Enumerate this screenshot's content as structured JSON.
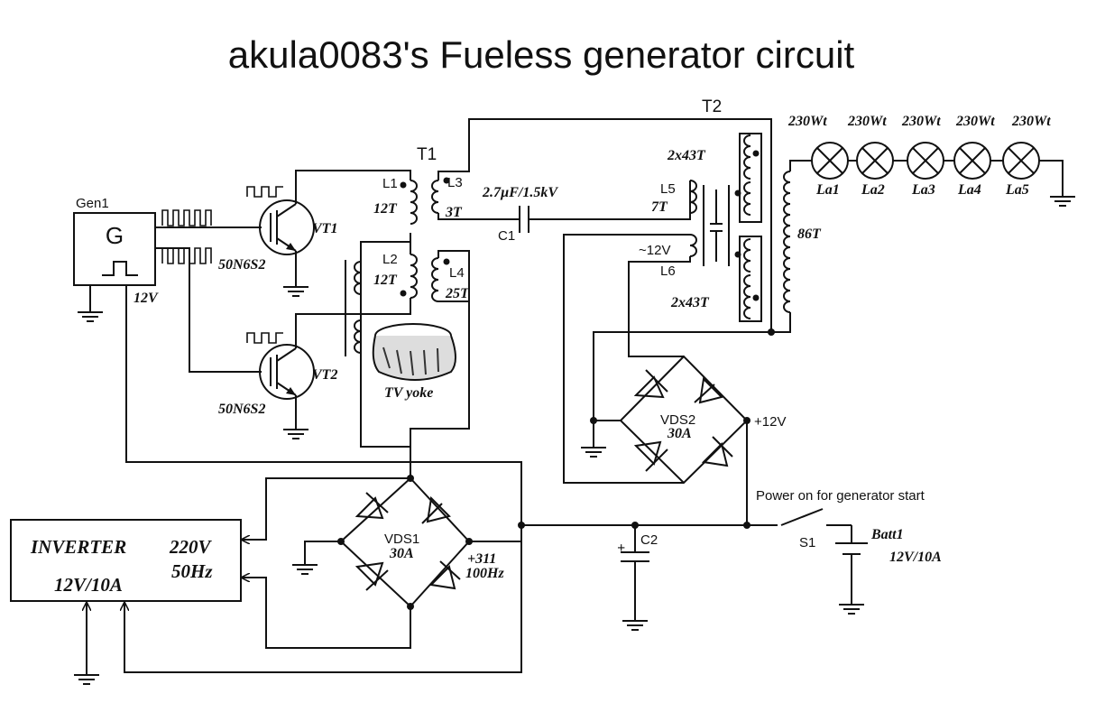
{
  "title": "akula0083's Fueless generator circuit",
  "generator": {
    "ref": "Gen1",
    "symbol": "G",
    "voltage": "12V"
  },
  "transistors": [
    {
      "ref": "VT1",
      "part": "50N6S2"
    },
    {
      "ref": "VT2",
      "part": "50N6S2"
    }
  ],
  "t1": {
    "ref": "T1",
    "coils": [
      {
        "ref": "L1",
        "turns": "12T"
      },
      {
        "ref": "L2",
        "turns": "12T"
      },
      {
        "ref": "L3",
        "turns": "3T"
      },
      {
        "ref": "L4",
        "turns": "25T"
      }
    ],
    "core_label": "TV yoke"
  },
  "capacitor_c1": {
    "ref": "C1",
    "value": "2.7µF/1.5kV"
  },
  "t2": {
    "ref": "T2",
    "l5": {
      "ref": "L5",
      "turns": "7T"
    },
    "l6": {
      "ref": "L6",
      "voltage": "~12V"
    },
    "secondary_top": "2x43T",
    "secondary_bottom": "2x43T",
    "output_winding": "86T"
  },
  "lamps": [
    {
      "ref": "La1",
      "power": "230Wt"
    },
    {
      "ref": "La2",
      "power": "230Wt"
    },
    {
      "ref": "La3",
      "power": "230Wt"
    },
    {
      "ref": "La4",
      "power": "230Wt"
    },
    {
      "ref": "La5",
      "power": "230Wt"
    }
  ],
  "vds2": {
    "ref": "VDS2",
    "rating": "30A",
    "out": "+12V"
  },
  "vds1": {
    "ref": "VDS1",
    "rating": "30A",
    "out_voltage": "+311",
    "out_freq": "100Hz"
  },
  "inverter": {
    "name": "INVERTER",
    "input": "12V/10A",
    "output_voltage": "220V",
    "output_freq": "50Hz"
  },
  "capacitor_c2": {
    "ref": "C2",
    "polarity": "+"
  },
  "switch_s1": {
    "ref": "S1",
    "note": "Power on for generator start"
  },
  "battery": {
    "ref": "Batt1",
    "rating": "12V/10A"
  }
}
